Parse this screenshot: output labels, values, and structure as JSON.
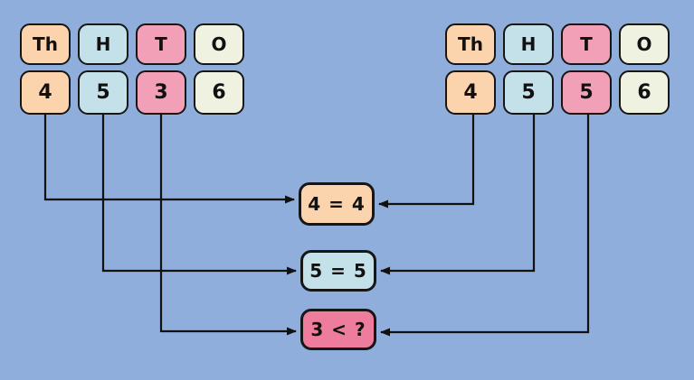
{
  "palette": {
    "background": "#8FAEDC",
    "peach": "#FBD3AC",
    "light_blue": "#C4E1EA",
    "pink": "#F2A0B8",
    "pink_strong": "#EE7D9D",
    "cream": "#EFF2E0",
    "line": "#111111"
  },
  "left_number": {
    "places": [
      {
        "label": "Th",
        "digit": "4",
        "color": "#FBD3AC"
      },
      {
        "label": "H",
        "digit": "5",
        "color": "#C4E1EA"
      },
      {
        "label": "T",
        "digit": "3",
        "color": "#F2A0B8"
      },
      {
        "label": "O",
        "digit": "6",
        "color": "#EFF2E0"
      }
    ]
  },
  "right_number": {
    "places": [
      {
        "label": "Th",
        "digit": "4",
        "color": "#FBD3AC"
      },
      {
        "label": "H",
        "digit": "5",
        "color": "#C4E1EA"
      },
      {
        "label": "T",
        "digit": "5",
        "color": "#F2A0B8"
      },
      {
        "label": "O",
        "digit": "6",
        "color": "#EFF2E0"
      }
    ]
  },
  "comparisons": [
    {
      "label": "4 = 4",
      "color": "#FBD3AC"
    },
    {
      "label": "5 = 5",
      "color": "#C4E1EA"
    },
    {
      "label": "3 < ?",
      "color": "#EE7D9D"
    }
  ]
}
